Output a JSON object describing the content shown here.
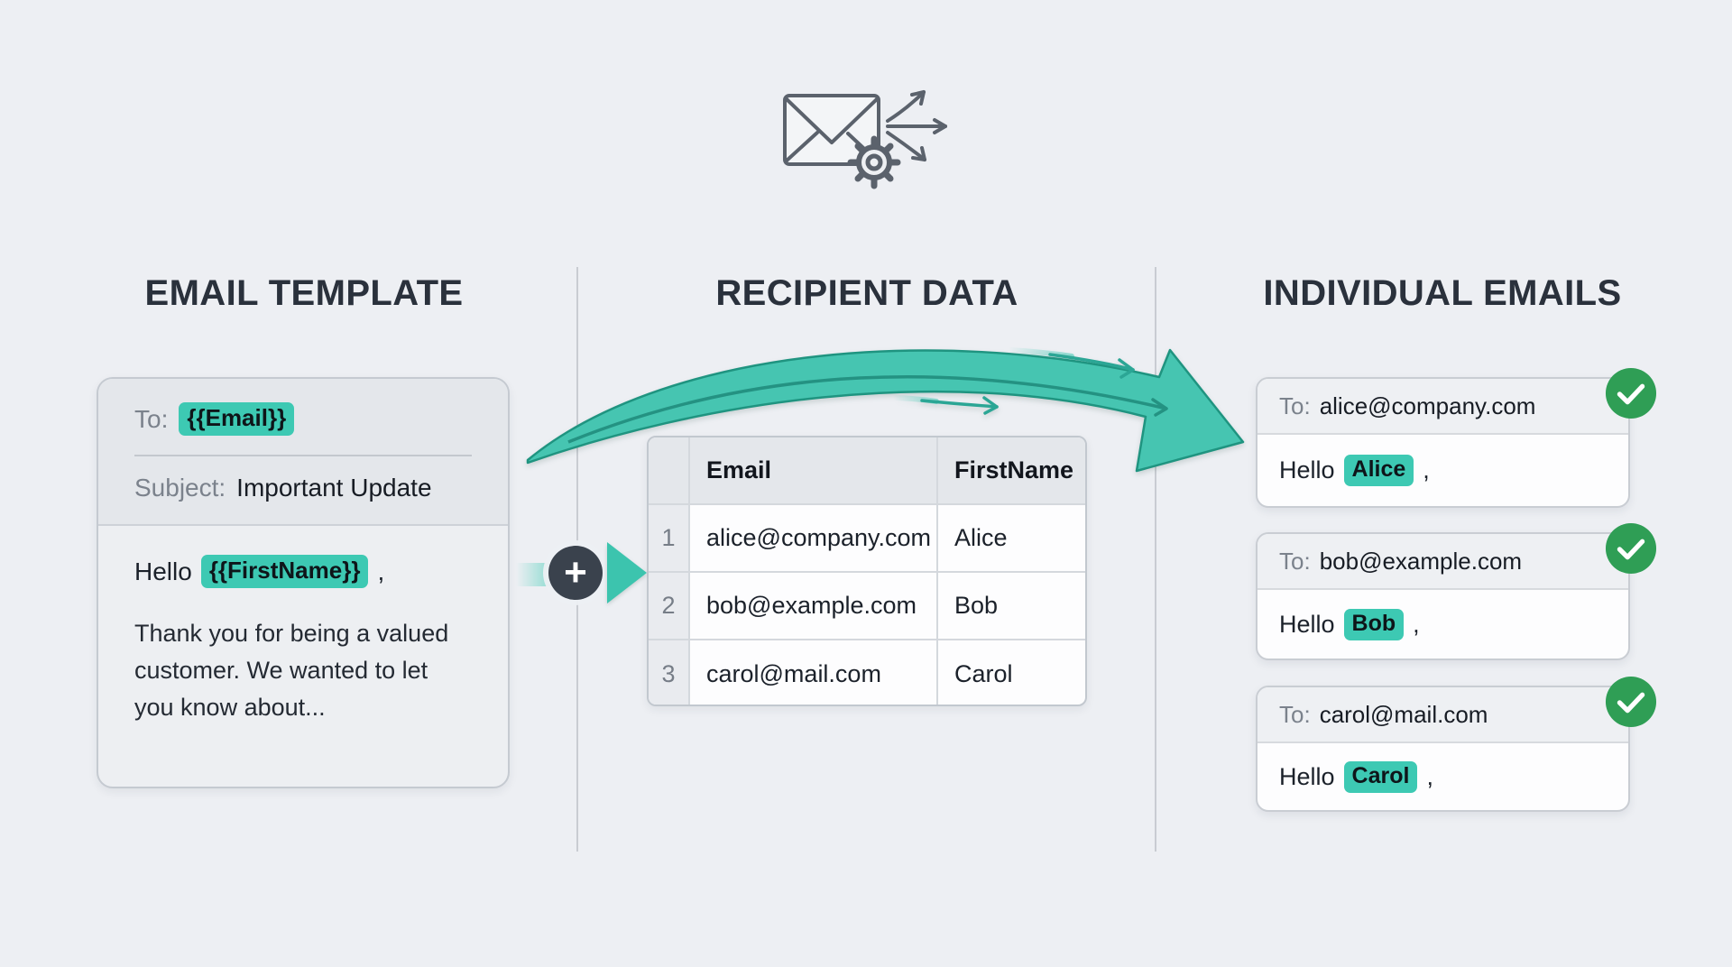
{
  "hero": {
    "icon": "envelope-gear-fanout"
  },
  "sections": {
    "template": {
      "title": "EMAIL TEMPLATE"
    },
    "recipients": {
      "title": "RECIPIENT DATA"
    },
    "individual": {
      "title": "INDIVIDUAL EMAILS"
    }
  },
  "template_card": {
    "to_label": "To:",
    "to_placeholder": "{{Email}}",
    "subject_label": "Subject:",
    "subject_value": "Important Update",
    "greeting_prefix": "Hello",
    "greeting_placeholder": "{{FirstName}}",
    "greeting_suffix": ",",
    "body_lines": [
      "Thank you for being a valued",
      "customer. We wanted to let",
      "you know about..."
    ]
  },
  "connector": {
    "plus_label": "+"
  },
  "recipient_table": {
    "columns": [
      "Email",
      "FirstName"
    ],
    "rows": [
      {
        "num": "1",
        "email": "alice@company.com",
        "first_name": "Alice"
      },
      {
        "num": "2",
        "email": "bob@example.com",
        "first_name": "Bob"
      },
      {
        "num": "3",
        "email": "carol@mail.com",
        "first_name": "Carol"
      }
    ]
  },
  "email_cards": [
    {
      "to_label": "To:",
      "to_value": "alice@company.com",
      "greeting_prefix": "Hello",
      "name": "Alice",
      "greeting_suffix": ","
    },
    {
      "to_label": "To:",
      "to_value": "bob@example.com",
      "greeting_prefix": "Hello",
      "name": "Bob",
      "greeting_suffix": ","
    },
    {
      "to_label": "To:",
      "to_value": "carol@mail.com",
      "greeting_prefix": "Hello",
      "name": "Carol",
      "greeting_suffix": ","
    }
  ],
  "colors": {
    "background": "#edeff3",
    "accent_teal": "#3dc9b3",
    "arrow_teal_fill": "#46c5b1",
    "arrow_teal_stroke": "#1f9480",
    "success_green": "#2f9e55",
    "heading_text": "#2a313c",
    "muted_label": "#7b828c",
    "plus_circle": "#3a424d",
    "icon_gray": "#5b626c"
  }
}
